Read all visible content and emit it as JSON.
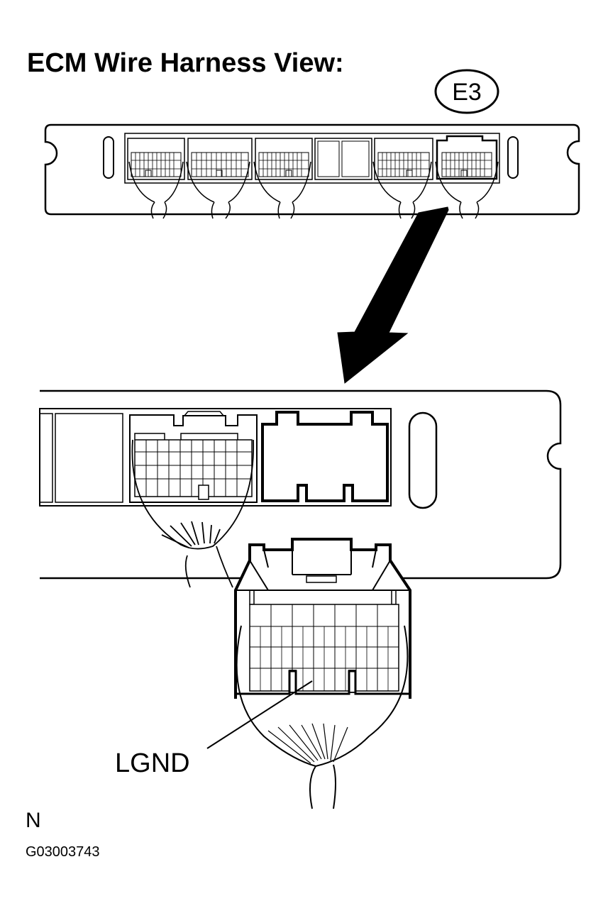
{
  "title": "ECM Wire Harness View:",
  "connector_code": "E3",
  "terminal_label": "LGND",
  "note": "N",
  "figure_id": "G03003743"
}
